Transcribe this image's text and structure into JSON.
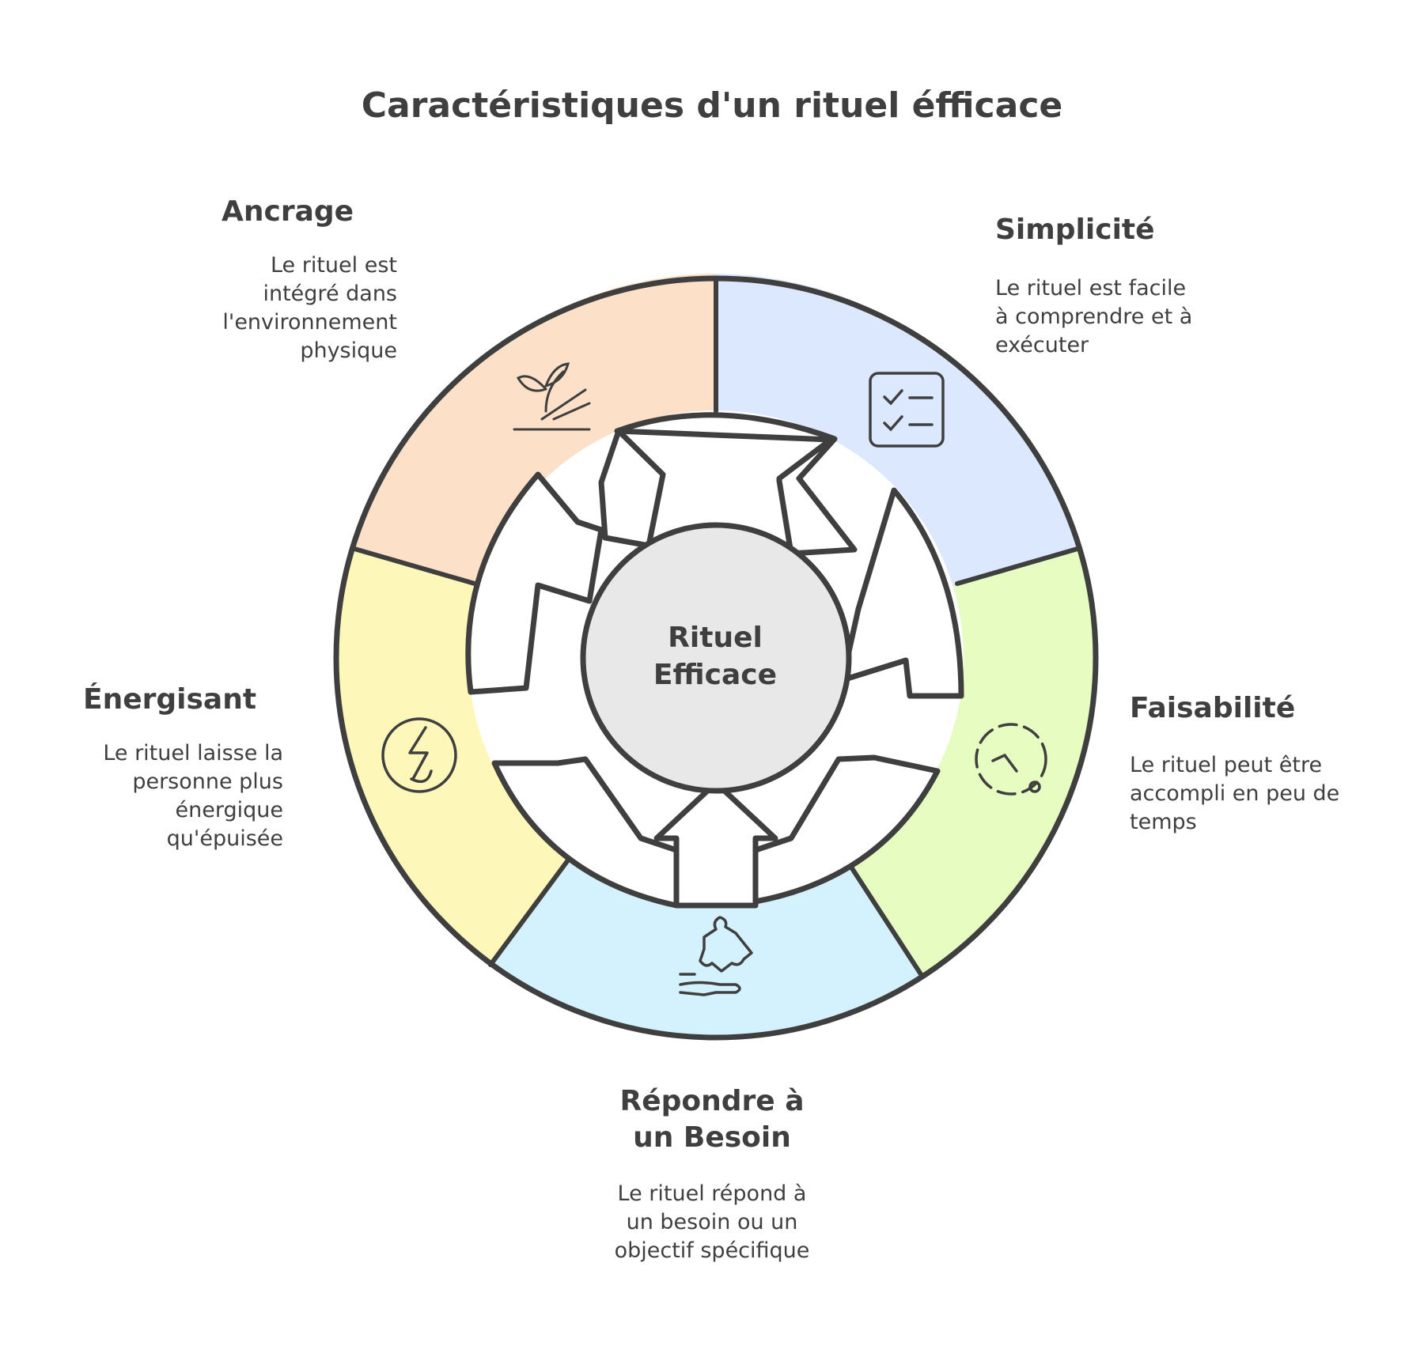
{
  "title": "Caractéristiques d'un rituel éfficace",
  "center": {
    "line1": "Rituel",
    "line2": "Efficace",
    "color": "#e8e8e8"
  },
  "segments": [
    {
      "id": "ancrage",
      "heading": "Ancrage",
      "desc": [
        "Le rituel est",
        "intégré dans",
        "l'environnement",
        "physique"
      ],
      "color": "#fde0c8",
      "icon": "plant-hand-icon"
    },
    {
      "id": "simplicite",
      "heading": "Simplicité",
      "desc": [
        "Le rituel est facile",
        "à comprendre et à",
        "exécuter"
      ],
      "color": "#dce8fd",
      "icon": "checklist-icon"
    },
    {
      "id": "faisabilite",
      "heading": "Faisabilité",
      "desc": [
        "Le rituel peut être",
        "accompli en peu de",
        "temps"
      ],
      "color": "#e6fcc0",
      "icon": "timer-icon"
    },
    {
      "id": "besoin",
      "heading": [
        "Répondre à",
        "un Besoin"
      ],
      "desc": [
        "Le rituel répond à",
        "un besoin ou un",
        "objectif spécifique"
      ],
      "color": "#d4f2fd",
      "icon": "puzzle-hand-icon"
    },
    {
      "id": "energisant",
      "heading": "Énergisant",
      "desc": [
        "Le rituel laisse la",
        "personne plus",
        "énergique",
        "qu'épuisée"
      ],
      "color": "#fef7ba",
      "icon": "energy-icon"
    }
  ]
}
